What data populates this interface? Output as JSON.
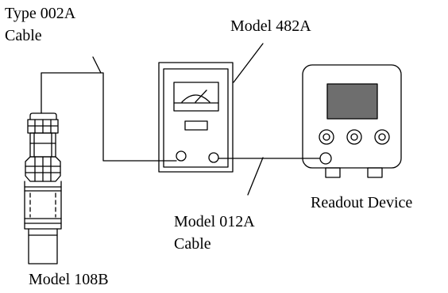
{
  "labels": {
    "type_cable_line1": "Type 002A",
    "type_cable_line2": "Cable",
    "signal_conditioner": "Model 482A",
    "readout": "Readout Device",
    "output_cable_line1": "Model 012A",
    "output_cable_line2": "Cable",
    "sensor": "Model 108B"
  },
  "colors": {
    "stroke": "#000000",
    "screen": "#6e6e6e"
  }
}
